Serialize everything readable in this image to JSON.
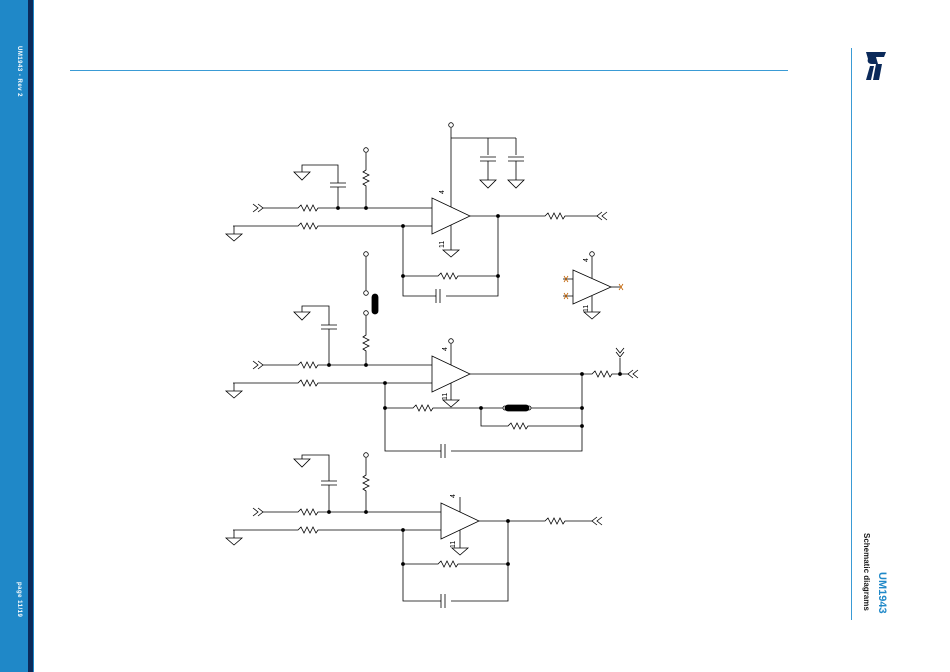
{
  "sidebar": {
    "doc_rev": "UM1943 - Rev 2",
    "page": "page 11/19"
  },
  "header": {
    "title": "UM1943",
    "subtitle": "Schematic diagrams"
  },
  "colors": {
    "accent": "#1f88c8",
    "dark": "#0b2a5a",
    "rule": "#3a9bd5"
  },
  "schematic": {
    "opamp_top": {
      "pin_v_plus": "4",
      "pin_v_minus": "11"
    },
    "opamp_mid": {
      "pin_v_plus": "4",
      "pin_v_minus": "11"
    },
    "opamp_bottom": {
      "pin_v_plus": "4",
      "pin_v_minus": "11"
    },
    "opamp_unused": {
      "pin_v_plus": "4",
      "pin_v_minus": "11"
    }
  }
}
